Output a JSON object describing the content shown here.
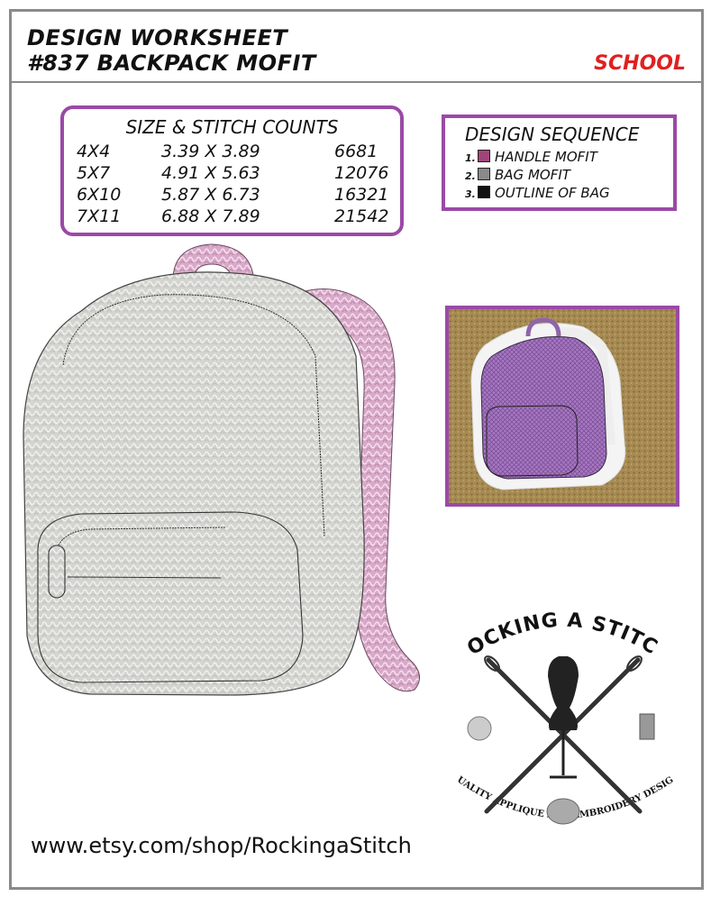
{
  "header": {
    "title_line1": "DESIGN WORKSHEET",
    "title_line2": "#837 BACKPACK MOFIT",
    "category": "SCHOOL"
  },
  "size_table": {
    "title": "SIZE & STITCH COUNTS",
    "rows": [
      {
        "hoop": "4X4",
        "dimensions": "3.39 X 3.89",
        "stitches": "6681"
      },
      {
        "hoop": "5X7",
        "dimensions": "4.91 X 5.63",
        "stitches": "12076"
      },
      {
        "hoop": "6X10",
        "dimensions": "5.87 X 6.73",
        "stitches": "16321"
      },
      {
        "hoop": "7X11",
        "dimensions": "6.88 X 7.89",
        "stitches": "21542"
      }
    ]
  },
  "sequence": {
    "title": "DESIGN SEQUENCE",
    "steps": [
      {
        "num": "1.",
        "label": "HANDLE MOFIT",
        "color": "#a0457a"
      },
      {
        "num": "2.",
        "label": "BAG MOFIT",
        "color": "#8a8a8a"
      },
      {
        "num": "3.",
        "label": "OUTLINE OF BAG",
        "color": "#111111"
      }
    ]
  },
  "logo": {
    "top_text": "ROCKING A STITCH",
    "bottom_text": "QUALITY APPLIQUE AND EMBROIDERY DESIGN"
  },
  "footer": {
    "url": "www.etsy.com/shop/RockingaStitch"
  },
  "colors": {
    "accent_purple": "#9a4aa6",
    "category_red": "#e02020",
    "handle_pink": "#d9a9c9",
    "bag_gray": "#d4d4d0"
  }
}
